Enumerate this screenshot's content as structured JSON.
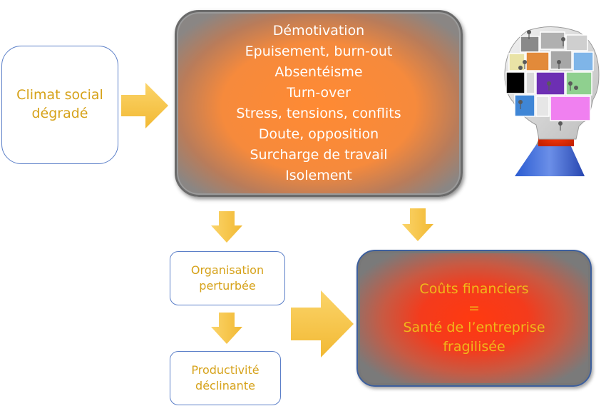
{
  "left_box": {
    "lines": [
      "Climat social",
      "dégradé"
    ]
  },
  "center_box": {
    "lines": [
      "Démotivation",
      "Epuisement, burn-out",
      "Absentéisme",
      "Turn-over",
      "Stress, tensions, conflits",
      "Doute, opposition",
      "Surcharge de travail",
      "Isolement"
    ]
  },
  "organisation_box": {
    "lines": [
      "Organisation",
      "perturbée"
    ]
  },
  "productivite_box": {
    "lines": [
      "Productivité",
      "déclinante"
    ]
  },
  "result_box": {
    "lines": [
      "Coûts financiers",
      "=",
      "Santé de l’entreprise",
      "fragilisée"
    ]
  },
  "colors": {
    "arrow": "#f9c746",
    "light_text": "#d6a21a",
    "center_text": "#ffffff",
    "result_text": "#f0b81a",
    "box_border": "#5b7fc8"
  },
  "illustration": {
    "icon": "head-puzzle-icon"
  }
}
